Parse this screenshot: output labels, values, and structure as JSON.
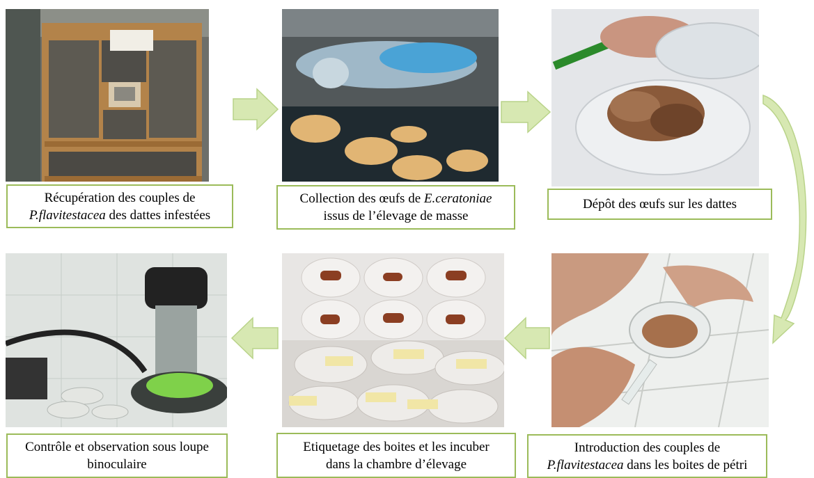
{
  "steps": [
    {
      "id": "step1",
      "caption_parts": [
        {
          "line": 1,
          "text": "Récupération des couples de",
          "italic": false
        },
        {
          "line": 2,
          "text": "P.flavitestacea",
          "italic": true
        },
        {
          "line": 2,
          "text": " des dattes infestées",
          "italic": false
        }
      ]
    },
    {
      "id": "step2",
      "caption_parts": [
        {
          "line": 1,
          "text": "Collection des œufs de ",
          "italic": false
        },
        {
          "line": 1,
          "text": "E.ceratoniae",
          "italic": true
        },
        {
          "line": 2,
          "text": "issus de l’élevage de masse",
          "italic": false
        }
      ]
    },
    {
      "id": "step3",
      "caption_parts": [
        {
          "line": 1,
          "text": "Dépôt des œufs sur les dattes",
          "italic": false
        }
      ]
    },
    {
      "id": "step4",
      "caption_parts": [
        {
          "line": 1,
          "text": "Introduction  des couples de",
          "italic": false
        },
        {
          "line": 2,
          "text": "P.flavitestacea",
          "italic": true
        },
        {
          "line": 2,
          "text": " dans les boites de pétri",
          "italic": false
        }
      ]
    },
    {
      "id": "step5",
      "caption_parts": [
        {
          "line": 1,
          "text": "Etiquetage des boites  et les incuber",
          "italic": false
        },
        {
          "line": 2,
          "text": "dans la chambre d’élevage",
          "italic": false
        }
      ]
    },
    {
      "id": "step6",
      "caption_parts": [
        {
          "line": 1,
          "text": "Contrôle et observation sous loupe",
          "italic": false
        },
        {
          "line": 2,
          "text": "binoculaire",
          "italic": false
        }
      ]
    }
  ],
  "colors": {
    "caption_border": "#9bbb59",
    "arrow_fill": "#d7e8b2",
    "arrow_stroke": "#b9d389"
  }
}
